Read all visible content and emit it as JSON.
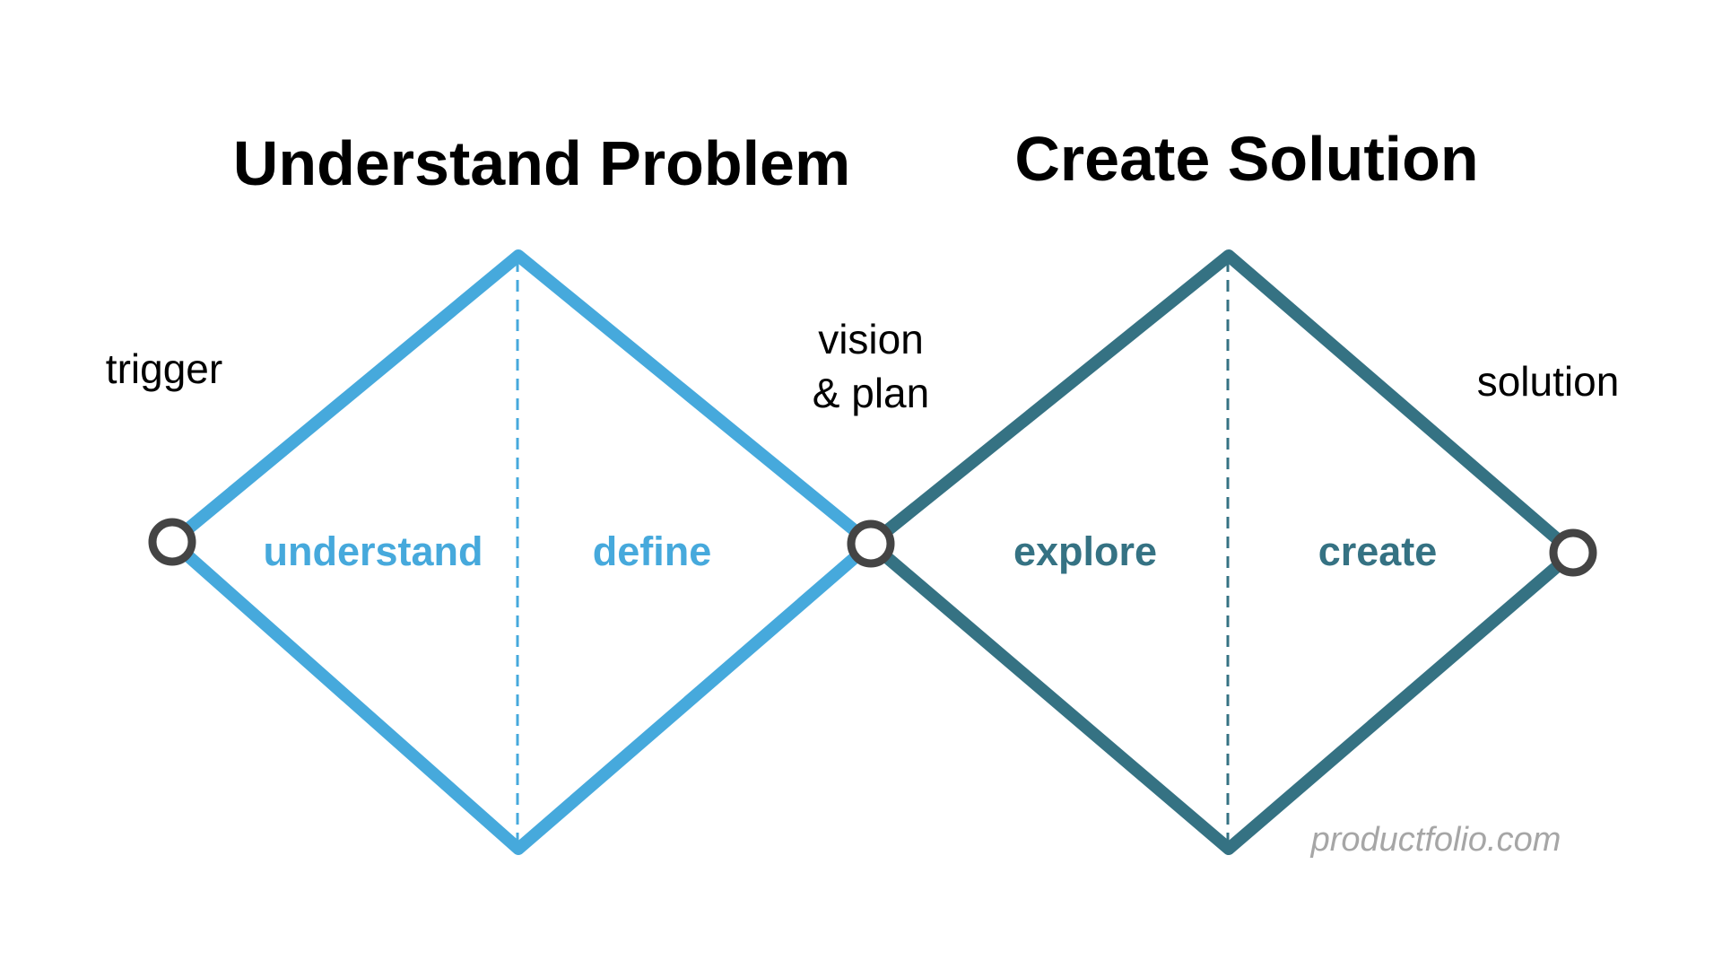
{
  "headings": {
    "left": "Understand Problem",
    "right": "Create Solution"
  },
  "nodes": {
    "trigger": "trigger",
    "vision_line1": "vision",
    "vision_line2": "& plan",
    "solution": "solution"
  },
  "phases": {
    "understand": "understand",
    "define": "define",
    "explore": "explore",
    "create": "create"
  },
  "credit": "productfolio.com",
  "colors": {
    "problem_diamond": "#46a9dc",
    "solution_diamond": "#357283",
    "node_stroke": "#444444",
    "text": "#000000",
    "credit": "#a6a6a6"
  }
}
